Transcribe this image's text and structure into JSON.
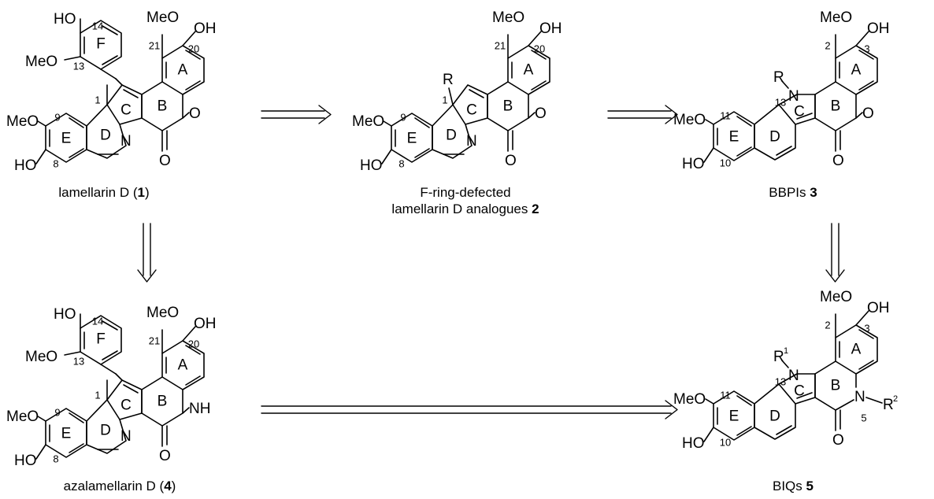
{
  "captions": {
    "c1": {
      "name": "lamellarin D (",
      "id": "1",
      "close": ")"
    },
    "c2": {
      "line1": "F-ring-defected",
      "line2": "lamellarin D analogues",
      "id": "2"
    },
    "c3": {
      "name": "BBPIs",
      "id": "3"
    },
    "c4": {
      "name": "azalamellarin D (",
      "id": "4",
      "close": ")"
    },
    "c5": {
      "name": "BIQs",
      "id": "5"
    }
  },
  "atoms": {
    "MeO": "MeO",
    "OH": "OH",
    "HO": "HO",
    "O": "O",
    "N": "N",
    "NH": "NH",
    "R": "R"
  },
  "rings": {
    "A": "A",
    "B": "B",
    "C": "C",
    "D": "D",
    "E": "E",
    "F": "F"
  },
  "numbers": {
    "lam": {
      "n14": "14",
      "n13": "13",
      "n1": "1",
      "n9": "9",
      "n8": "8",
      "n21": "21",
      "n20": "20"
    },
    "bbpi": {
      "n2": "2",
      "n3": "3",
      "n13": "13",
      "n11": "11",
      "n10": "10",
      "n5": "5"
    }
  },
  "superscripts": {
    "r1": "1",
    "r2": "2"
  }
}
